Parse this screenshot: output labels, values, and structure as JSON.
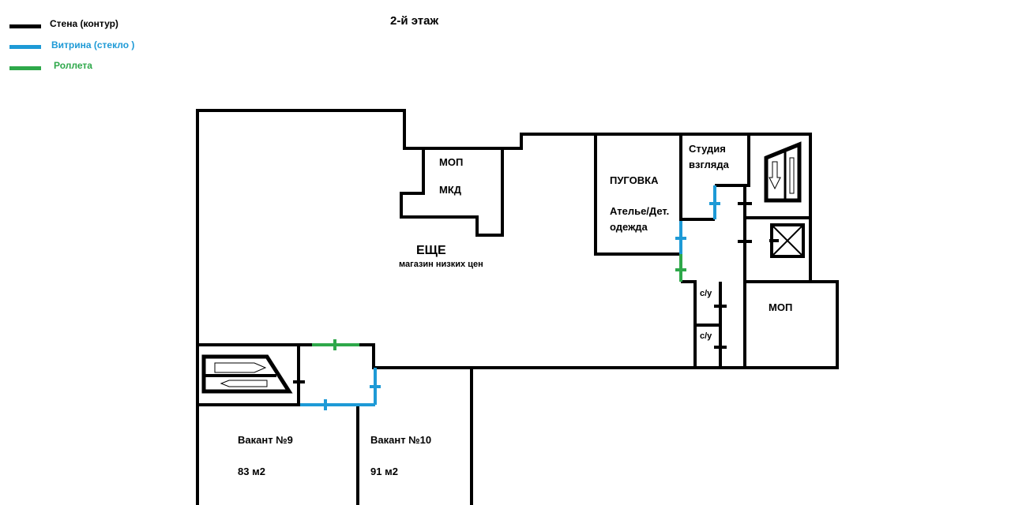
{
  "title": "2-й этаж",
  "legend": [
    {
      "label": "Стена (контур)",
      "color": "#000000"
    },
    {
      "label": "Витрина (стекло )",
      "color": "#1e9ad6"
    },
    {
      "label": "Роллета",
      "color": "#2ea84a"
    }
  ],
  "rooms": {
    "mop_top": "МОП",
    "mkd": "МКД",
    "eshche": "ЕЩЕ",
    "eshche_sub": "магазин низких цен",
    "pugovka": "ПУГОВКА",
    "pugovka_sub1": "Ателье/Дет.",
    "pugovka_sub2": "одежда",
    "studio1": "Студия",
    "studio2": "взгляда",
    "wc1": "с/у",
    "wc2": "с/у",
    "mop_right": "МОП",
    "vacant9": "Вакант №9",
    "vacant9_area": "83 м2",
    "vacant10": "Вакант №10",
    "vacant10_area": "91 м2"
  }
}
